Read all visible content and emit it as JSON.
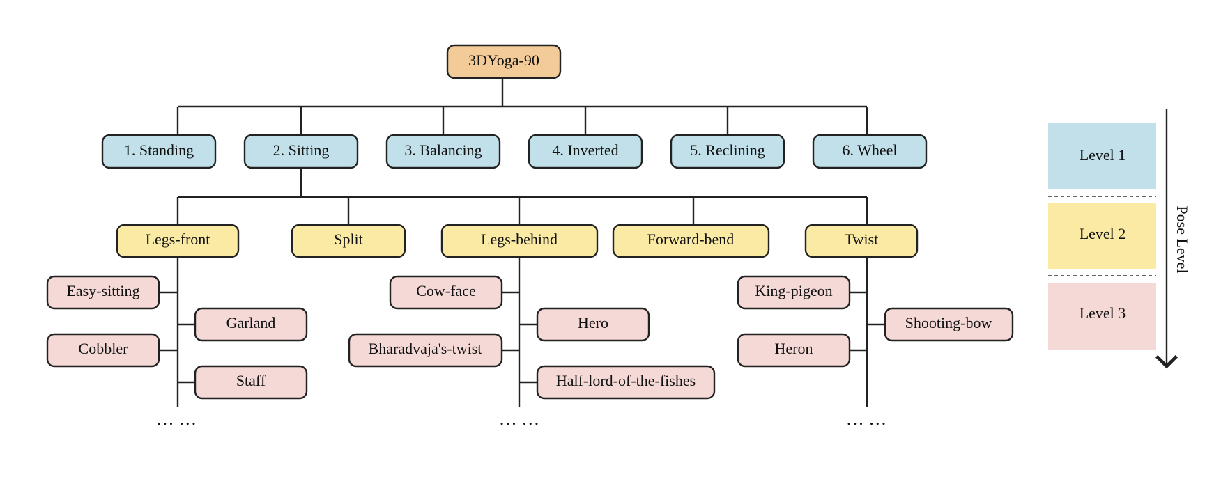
{
  "colors": {
    "root": "#f2cb98",
    "level1": "#c2e0ea",
    "level2": "#faeaa4",
    "level3": "#f4d9d6",
    "stroke": "#222222"
  },
  "root": {
    "label": "3DYoga-90"
  },
  "level1": [
    {
      "label": "1. Standing"
    },
    {
      "label": "2. Sitting"
    },
    {
      "label": "3. Balancing"
    },
    {
      "label": "4. Inverted"
    },
    {
      "label": "5. Reclining"
    },
    {
      "label": "6. Wheel"
    }
  ],
  "level2": [
    {
      "label": "Legs-front"
    },
    {
      "label": "Split"
    },
    {
      "label": "Legs-behind"
    },
    {
      "label": "Forward-bend"
    },
    {
      "label": "Twist"
    }
  ],
  "level3": {
    "legs_front": [
      "Easy-sitting",
      "Garland",
      "Cobbler",
      "Staff"
    ],
    "legs_behind": [
      "Cow-face",
      "Hero",
      "Bharadvaja's-twist",
      "Half-lord-of-the-fishes"
    ],
    "twist": [
      "King-pigeon",
      "Shooting-bow",
      "Heron"
    ]
  },
  "ellipsis": "… …",
  "legend": {
    "items": [
      "Level 1",
      "Level 2",
      "Level 3"
    ],
    "axis_label": "Pose Level"
  }
}
